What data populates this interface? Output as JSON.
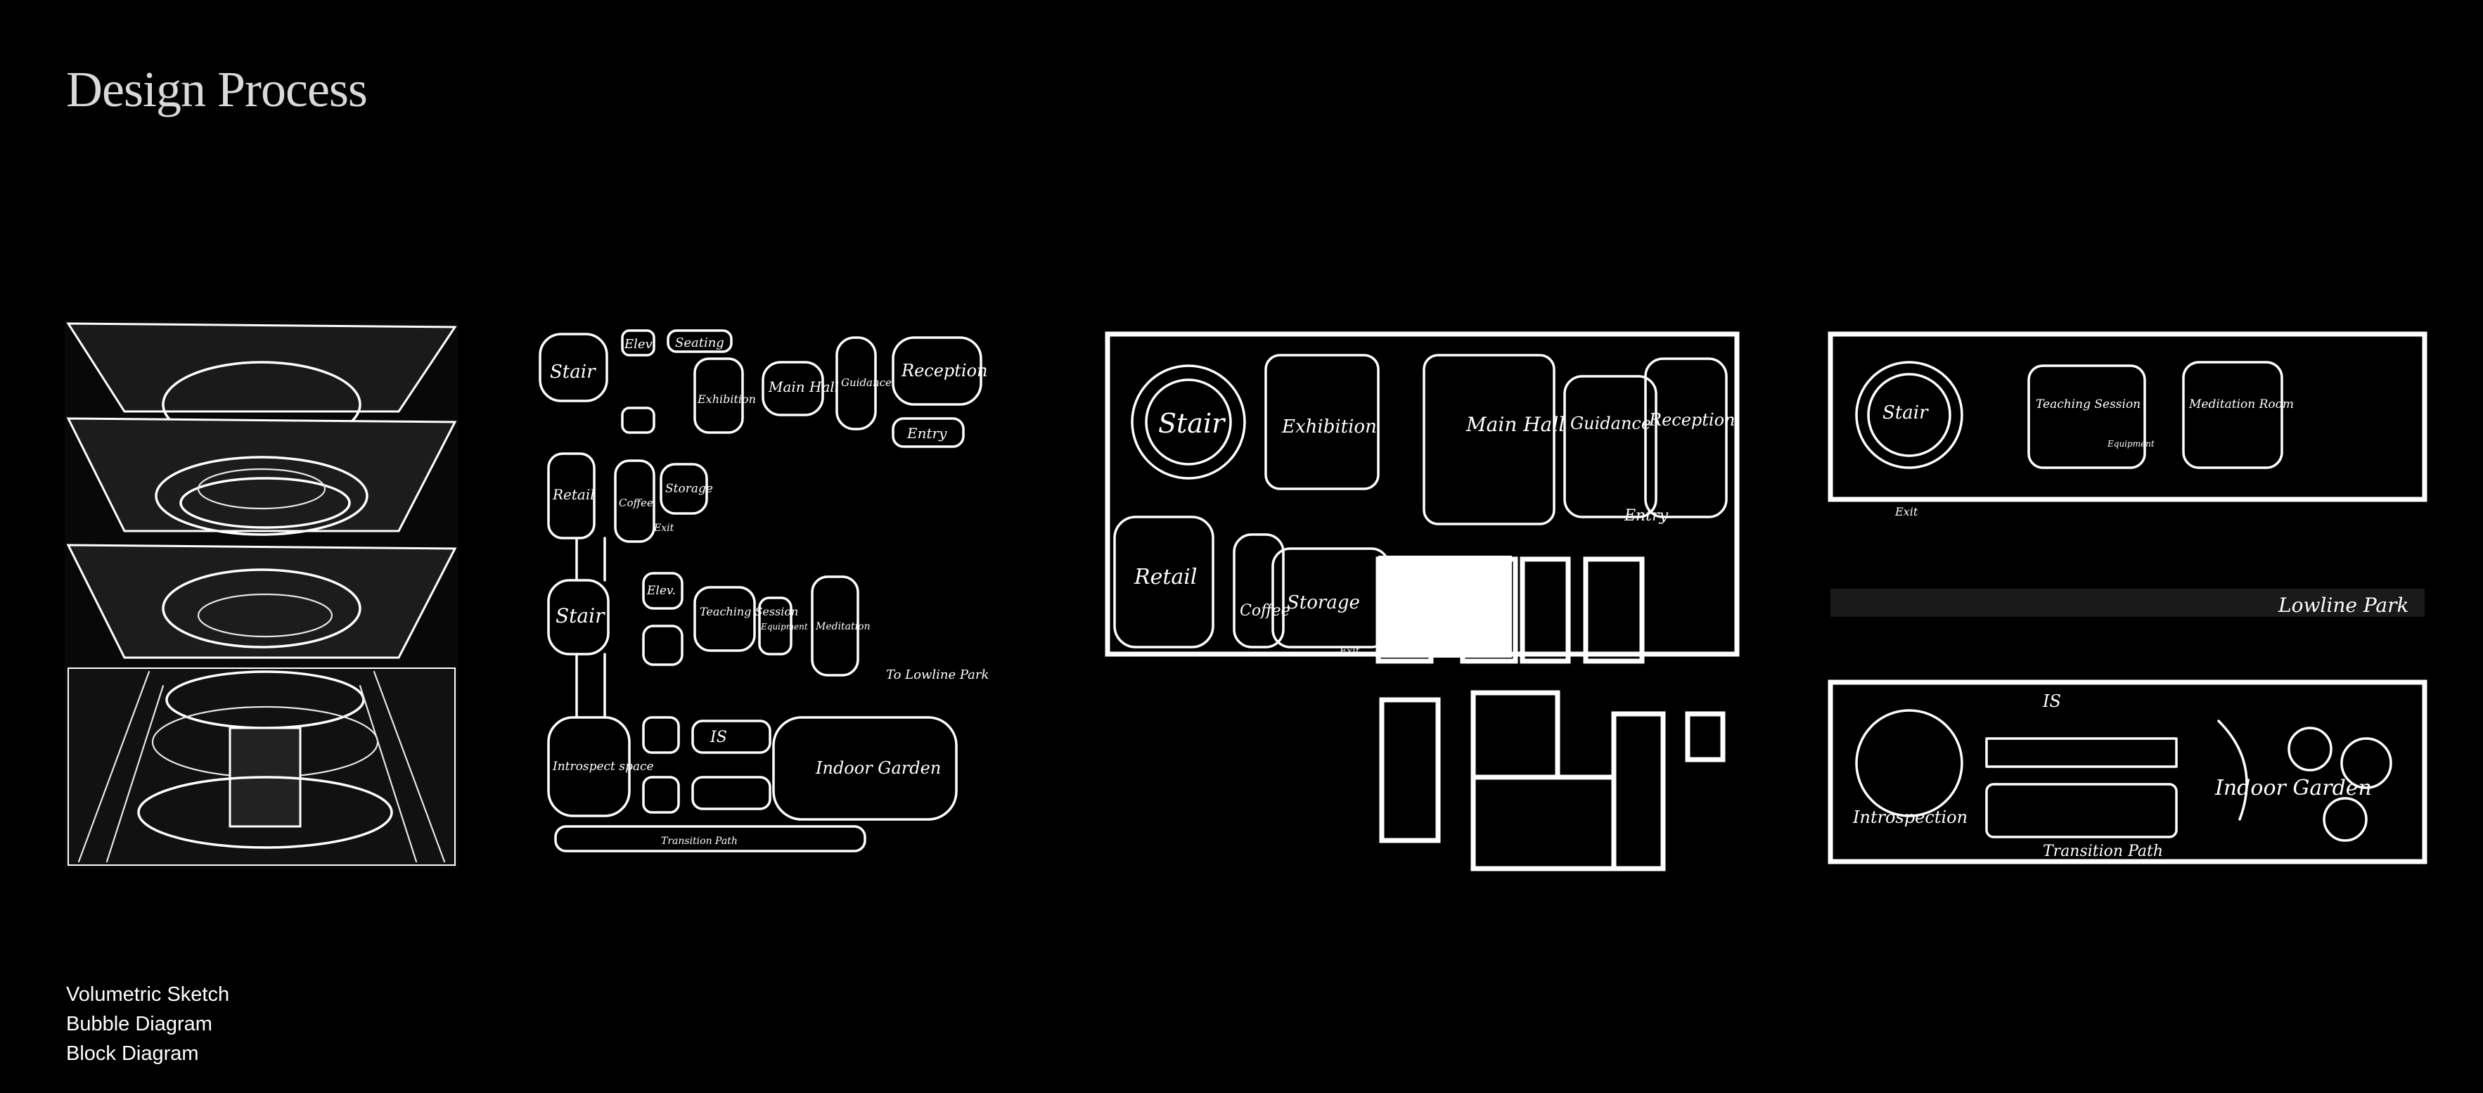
{
  "header": {
    "title": "Design Process"
  },
  "legend": {
    "items": [
      "Volumetric Sketch",
      "Bubble Diagram",
      "Block Diagram"
    ]
  },
  "bubble": {
    "labels": [
      "Stair",
      "Elev",
      "Seating",
      "Exhibition",
      "Main Hall",
      "Guidance",
      "Reception",
      "Entry",
      "Retail",
      "Coffee",
      "Storage",
      "Exit",
      "Elev.",
      "Teaching Session",
      "Equipment",
      "Meditation",
      "To Lowline Park",
      "Introspect space",
      "IS",
      "Indoor Garden",
      "Transition Path"
    ]
  },
  "block1": {
    "labels": [
      "Stair",
      "Exhibition",
      "Main Hall",
      "Guidance",
      "Reception",
      "Entry",
      "Retail",
      "Coffee",
      "Storage",
      "Exit"
    ]
  },
  "block2": {
    "labels": [
      "Stair",
      "Teaching Session",
      "Equipment",
      "Meditation Room",
      "Exit",
      "Lowline Park",
      "IS",
      "Introspection",
      "Indoor Garden",
      "Transition Path"
    ]
  },
  "colors": {
    "background": "#000000",
    "ink": "#ffffff",
    "title": "#d9d9d9"
  }
}
